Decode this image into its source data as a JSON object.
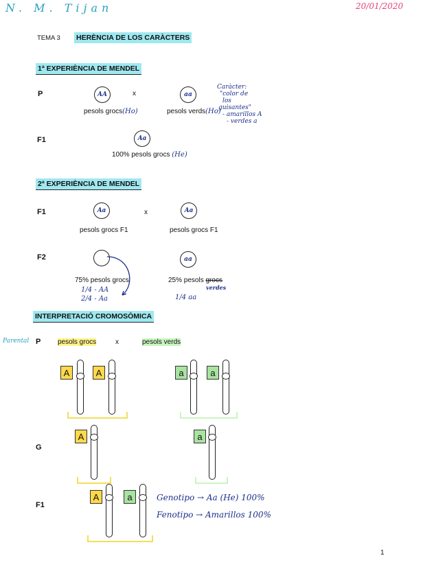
{
  "header": {
    "signature": "N. M. Tijan",
    "date": "20/01/2020",
    "tema": "TEMA 3",
    "title": "HERÈNCIA DE LOS CARÀCTERS"
  },
  "exp1": {
    "heading": "1ª EXPERIÈNCIA DE MENDEL",
    "p_label": "P",
    "cross_symbol": "x",
    "left_genotype": "AA",
    "left_text": "pesols grocs",
    "left_note": "(Ho)",
    "right_genotype": "aa",
    "right_text": "pesols verds",
    "right_note": "(Ho)",
    "side_note": [
      "Caràcter:",
      "\"color de",
      "los",
      "guisantes\"",
      "- amarillos A",
      "- verdes a"
    ],
    "f1_label": "F1",
    "f1_genotype": "Aa",
    "f1_text": "100% pesols grocs",
    "f1_note": "(He)"
  },
  "exp2": {
    "heading": "2ª EXPERIÈNCIA DE MENDEL",
    "f1_label": "F1",
    "cross_symbol": "x",
    "left_genotype": "Aa",
    "left_text": "pesols grocs F1",
    "right_genotype": "Aa",
    "right_text": "pesols grocs F1",
    "f2_label": "F2",
    "f2_right_genotype": "aa",
    "f2_left_text": "75% pesols grocs",
    "f2_left_notes": [
      "1/4 - AA",
      "2/4 - Aa"
    ],
    "f2_right_text": "25% pesols",
    "f2_right_struck": "grocs",
    "f2_right_correction": "verdes",
    "f2_right_note": "1/4 aa"
  },
  "chromo": {
    "heading": "INTERPRETACIÓ CROMOSÒMICA",
    "side_label": "Parental",
    "p_label": "P",
    "left_text": "pesols grocs",
    "cross_symbol": "x",
    "right_text": "pesols verds",
    "allele_dominant": "A",
    "allele_recessive": "a",
    "g_label": "G",
    "f1_label": "F1",
    "genotipo": "Genotipo → Aa (He) 100%",
    "fenotipo": "Fenotipo → Amarillos 100%"
  },
  "footer": {
    "page_number": "1"
  },
  "colors": {
    "highlight_cyan": "#9fe8f0",
    "highlight_yellow": "#fff38a",
    "highlight_green": "#c9f5c0",
    "dominant_allele": "#ffd94a",
    "recessive_allele": "#a8e3a0",
    "handwriting_ink": "#1c2f8a",
    "date_ink": "#e0447a"
  }
}
